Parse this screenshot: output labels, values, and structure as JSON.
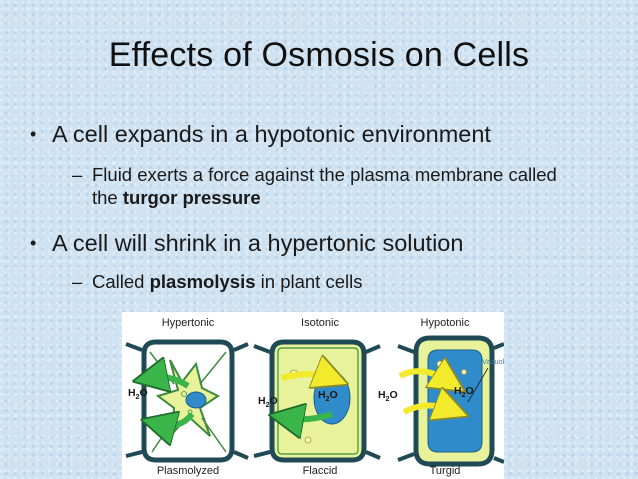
{
  "slide": {
    "title": "Effects of Osmosis on Cells",
    "bullets": [
      {
        "text": "A cell expands in a hypotonic environment",
        "sub": {
          "before": "Fluid exerts a force against the plasma membrane called the ",
          "bold": "turgor pressure",
          "after": ""
        }
      },
      {
        "text": "A cell will shrink in a hypertonic solution",
        "sub": {
          "before": "Called ",
          "bold": "plasmolysis",
          "after": " in plant cells"
        }
      }
    ],
    "bullet_symbol": "•",
    "dash_symbol": "–"
  },
  "figure": {
    "panels": [
      {
        "top_label": "Hypertonic",
        "bottom_label": "Plasmolyzed"
      },
      {
        "top_label": "Isotonic",
        "bottom_label": "Flaccid"
      },
      {
        "top_label": "Hypotonic",
        "bottom_label": "Turgid"
      }
    ],
    "water_main": "H",
    "water_sub": "2",
    "water_end": "O",
    "vacuole_label": "Vacuole"
  },
  "colors": {
    "background": "#cfe2f1",
    "cell_wall": "#1f4a55",
    "cytoplasm": "#e7f29a",
    "vacuole": "#2f8bc9",
    "arrow_yellow": "#f3ea2c",
    "arrow_green": "#39b54a"
  }
}
